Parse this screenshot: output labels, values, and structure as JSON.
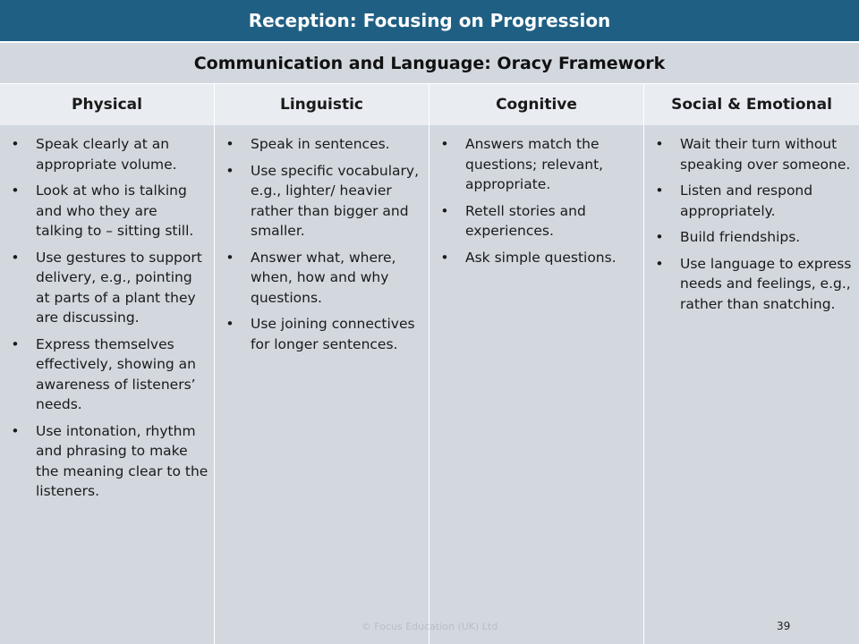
{
  "title": "Reception: Focusing on Progression",
  "subtitle": "Communication and Language: Oracy Framework",
  "columns": [
    {
      "heading": "Physical",
      "items": [
        "Speak clearly at an appropriate volume.",
        "Look at who is talking and who they are talking to – sitting still.",
        "Use gestures to support delivery, e.g., pointing at parts of a plant they are discussing.",
        "Express themselves effectively, showing an awareness of listeners’ needs.",
        "Use intonation, rhythm and phrasing to make the meaning clear to the listeners."
      ]
    },
    {
      "heading": "Linguistic",
      "items": [
        "Speak in sentences.",
        "Use specific vocabulary, e.g., lighter/ heavier rather than bigger and smaller.",
        "Answer what, where, when, how and why questions.",
        "Use joining connectives for longer sentences."
      ]
    },
    {
      "heading": "Cognitive",
      "items": [
        "Answers match the questions; relevant, appropriate.",
        "Retell stories and experiences.",
        "Ask simple questions."
      ]
    },
    {
      "heading": "Social & Emotional",
      "items": [
        "Wait their turn without speaking over someone.",
        "Listen and respond appropriately.",
        "Build friendships.",
        "Use language to express needs and feelings, e.g., rather than snatching."
      ]
    }
  ],
  "bullet_glyph": "•",
  "footer": "© Focus Education (UK) Ltd",
  "page_number": "39",
  "colors": {
    "title_bg": "#1f5f83",
    "subtitle_bg": "#d3d8df",
    "header_bg": "#e9ecf0",
    "body_bg": "#d3d8df"
  }
}
